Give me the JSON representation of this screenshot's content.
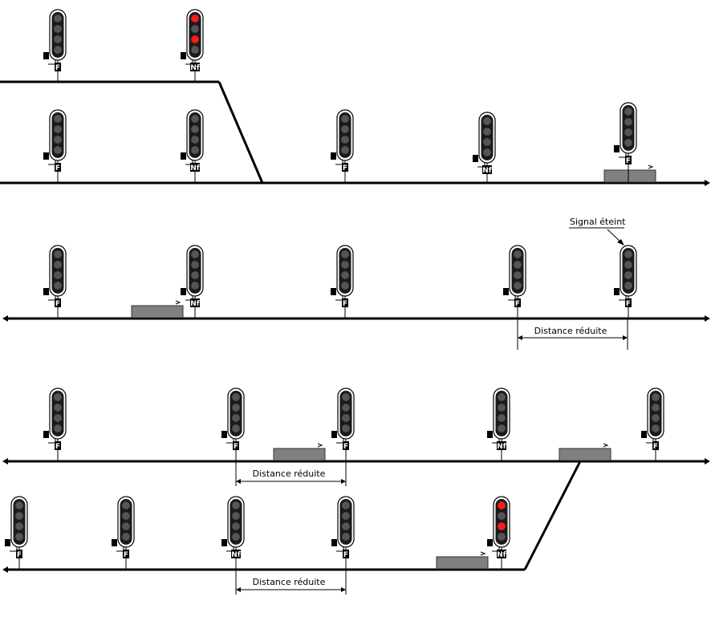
{
  "annotations": {
    "signal_off": "Signal éteint",
    "reduced_distance": "Distance réduite"
  },
  "plate_labels": {
    "F": "F",
    "Nf": "Nf"
  },
  "colors": {
    "track": "#000000",
    "signal_body": "#1a1a1a",
    "lamp_off": "#555555",
    "lamp_red": "#ff1a1a",
    "train": "#808080"
  },
  "scenes": [
    {
      "id": "row-1-2",
      "signals": [
        {
          "plate": "F",
          "lamps": [
            "off",
            "off",
            "off",
            "off"
          ]
        },
        {
          "plate": "Nf",
          "lamps": [
            "red",
            "off",
            "red",
            "off"
          ]
        },
        {
          "plate": "F",
          "lamps": [
            "off",
            "off",
            "off",
            "off"
          ]
        },
        {
          "plate": "Nf",
          "lamps": [
            "off",
            "off",
            "off",
            "off"
          ]
        },
        {
          "plate": "F",
          "lamps": [
            "off",
            "off",
            "off",
            "off"
          ]
        },
        {
          "plate": "Nf",
          "lamps": [
            "off",
            "off",
            "off",
            "off"
          ]
        },
        {
          "plate": "F",
          "lamps": [
            "off",
            "off",
            "off",
            "off"
          ]
        }
      ]
    },
    {
      "id": "row-3",
      "signals": [
        {
          "plate": "F",
          "lamps": [
            "off",
            "off",
            "off",
            "off"
          ]
        },
        {
          "plate": "Nf",
          "lamps": [
            "off",
            "off",
            "off",
            "off"
          ]
        },
        {
          "plate": "F",
          "lamps": [
            "off",
            "off",
            "off",
            "off"
          ]
        },
        {
          "plate": "F",
          "lamps": [
            "off",
            "off",
            "off",
            "off"
          ]
        },
        {
          "plate": "F",
          "lamps": [
            "off",
            "off",
            "off",
            "off"
          ]
        }
      ]
    },
    {
      "id": "row-4",
      "signals": [
        {
          "plate": "F",
          "lamps": [
            "off",
            "off",
            "off",
            "off"
          ]
        },
        {
          "plate": "F",
          "lamps": [
            "off",
            "off",
            "off",
            "off"
          ]
        },
        {
          "plate": "F",
          "lamps": [
            "off",
            "off",
            "off",
            "off"
          ]
        },
        {
          "plate": "Nf",
          "lamps": [
            "off",
            "off",
            "off",
            "off"
          ]
        },
        {
          "plate": "F",
          "lamps": [
            "off",
            "off",
            "off",
            "off"
          ]
        }
      ]
    },
    {
      "id": "row-5",
      "signals": [
        {
          "plate": "F",
          "lamps": [
            "off",
            "off",
            "off",
            "off"
          ]
        },
        {
          "plate": "F",
          "lamps": [
            "off",
            "off",
            "off",
            "off"
          ]
        },
        {
          "plate": "Nf",
          "lamps": [
            "off",
            "off",
            "off",
            "off"
          ]
        },
        {
          "plate": "F",
          "lamps": [
            "off",
            "off",
            "off",
            "off"
          ]
        },
        {
          "plate": "Nf",
          "lamps": [
            "red",
            "off",
            "red",
            "off"
          ]
        }
      ]
    }
  ]
}
